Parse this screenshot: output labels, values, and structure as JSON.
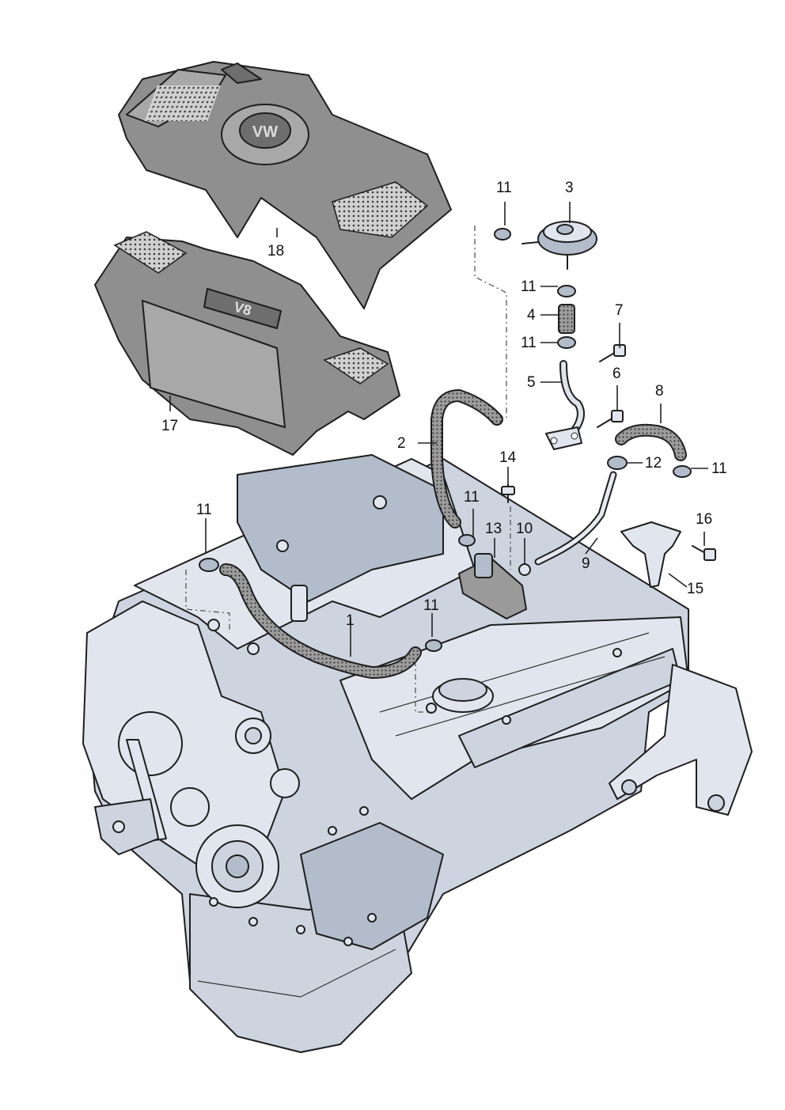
{
  "diagram": {
    "labels": {
      "p1": "1",
      "p2": "2",
      "p3": "3",
      "p4": "4",
      "p5": "5",
      "p6": "6",
      "p7": "7",
      "p8": "8",
      "p9": "9",
      "p10": "10",
      "p11_a": "11",
      "p11_b": "11",
      "p11_c": "11",
      "p11_d": "11",
      "p11_e": "11",
      "p11_f": "11",
      "p11_g": "11",
      "p12": "12",
      "p13": "13",
      "p14": "14",
      "p15": "15",
      "p16": "16",
      "p17": "17",
      "p18": "18"
    },
    "colors": {
      "engine": "#cdd4e0",
      "cover": "#8f8f8f",
      "hose": "#9a9a9a",
      "outline": "#1e1e1e"
    }
  }
}
